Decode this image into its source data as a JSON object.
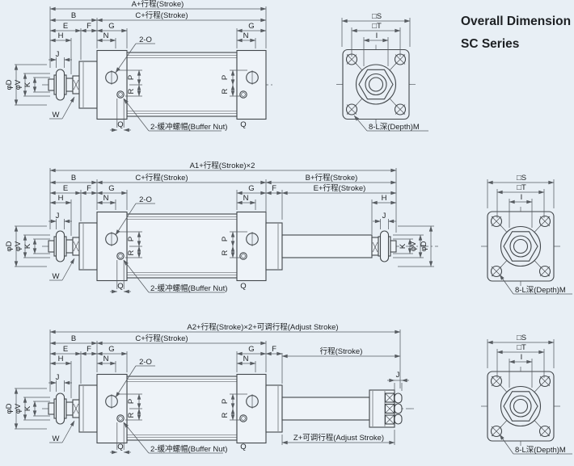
{
  "title": {
    "line1": "Overall Dimension",
    "line2": "SC Series"
  },
  "labels": {
    "common": {
      "b": "B",
      "c_stroke": "C+行程(Stroke)",
      "e": "E",
      "f": "F",
      "g": "G",
      "h": "H",
      "j": "J",
      "k": "K",
      "n": "N",
      "p": "P",
      "q": "Q",
      "r": "R",
      "w": "W",
      "phi_d": "φD",
      "phi_v": "φV",
      "two_o": "2-O",
      "buffer_nut": "2-缓冲螺帽(Buffer Nut)"
    },
    "row1": {
      "overall": "A+行程(Stroke)"
    },
    "row2": {
      "overall": "A1+行程(Stroke)×2",
      "b_stroke": "B+行程(Stroke)",
      "e_stroke": "E+行程(Stroke)"
    },
    "row3": {
      "overall": "A2+行程(Stroke)×2+可调行程(Adjust Stroke)",
      "stroke": "行程(Stroke)",
      "z_adjust": "Z+可调行程(Adjust Stroke)"
    },
    "end_view": {
      "s": "□S",
      "t": "□T",
      "i": "I",
      "depth": "8-L深(Depth)M"
    }
  },
  "colors": {
    "background": "#e8eff5",
    "line": "#42474b",
    "dim_line": "#565b60",
    "text": "#1d2023"
  }
}
